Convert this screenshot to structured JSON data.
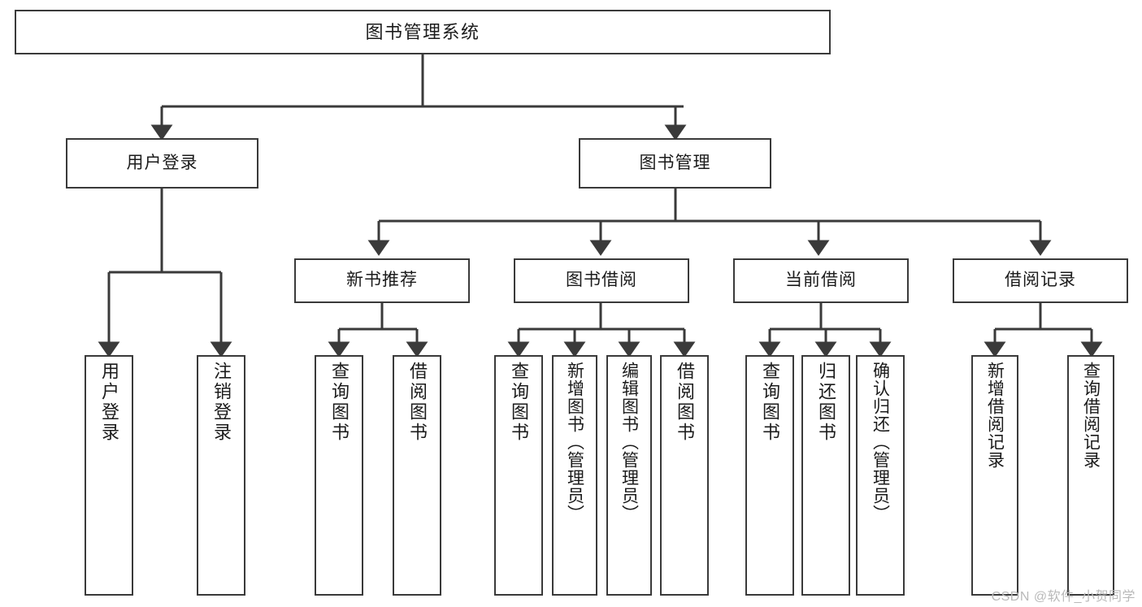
{
  "diagram": {
    "title": "图书管理系统",
    "type": "hierarchy-tree",
    "watermark": "CSDN @软件_小贺同学",
    "colors": {
      "box_border": "#3a3a3a",
      "box_fill": "#ffffff",
      "connector": "#3a3a3a",
      "text": "#1b1b1b",
      "watermark": "#b9b9b9"
    },
    "nodes": {
      "root": {
        "label": "图书管理系统"
      },
      "level2": [
        {
          "id": "user-login",
          "label": "用户登录"
        },
        {
          "id": "book-management",
          "label": "图书管理"
        }
      ],
      "level3": [
        {
          "id": "new-book-recommend",
          "label": "新书推荐"
        },
        {
          "id": "book-borrow",
          "label": "图书借阅"
        },
        {
          "id": "current-borrow",
          "label": "当前借阅"
        },
        {
          "id": "borrow-record",
          "label": "借阅记录"
        }
      ],
      "leaves": {
        "user_login": [
          {
            "id": "leaf-user-login",
            "label": "用户登录"
          },
          {
            "id": "leaf-logout-login",
            "label": "注销登录"
          }
        ],
        "new_book_recommend": [
          {
            "id": "leaf-query-book-1",
            "label": "查询图书"
          },
          {
            "id": "leaf-borrow-book-1",
            "label": "借阅图书"
          }
        ],
        "book_borrow": [
          {
            "id": "leaf-query-book-2",
            "label": "查询图书"
          },
          {
            "id": "leaf-add-book",
            "label": "新增图书（管理员）"
          },
          {
            "id": "leaf-edit-book",
            "label": "编辑图书（管理员）"
          },
          {
            "id": "leaf-borrow-book-2",
            "label": "借阅图书"
          }
        ],
        "current_borrow": [
          {
            "id": "leaf-query-book-3",
            "label": "查询图书"
          },
          {
            "id": "leaf-return-book",
            "label": "归还图书"
          },
          {
            "id": "leaf-confirm-return",
            "label": "确认归还（管理员）"
          }
        ],
        "borrow_record": [
          {
            "id": "leaf-add-record",
            "label": "新增借阅记录"
          },
          {
            "id": "leaf-query-record",
            "label": "查询借阅记录"
          }
        ]
      }
    }
  }
}
